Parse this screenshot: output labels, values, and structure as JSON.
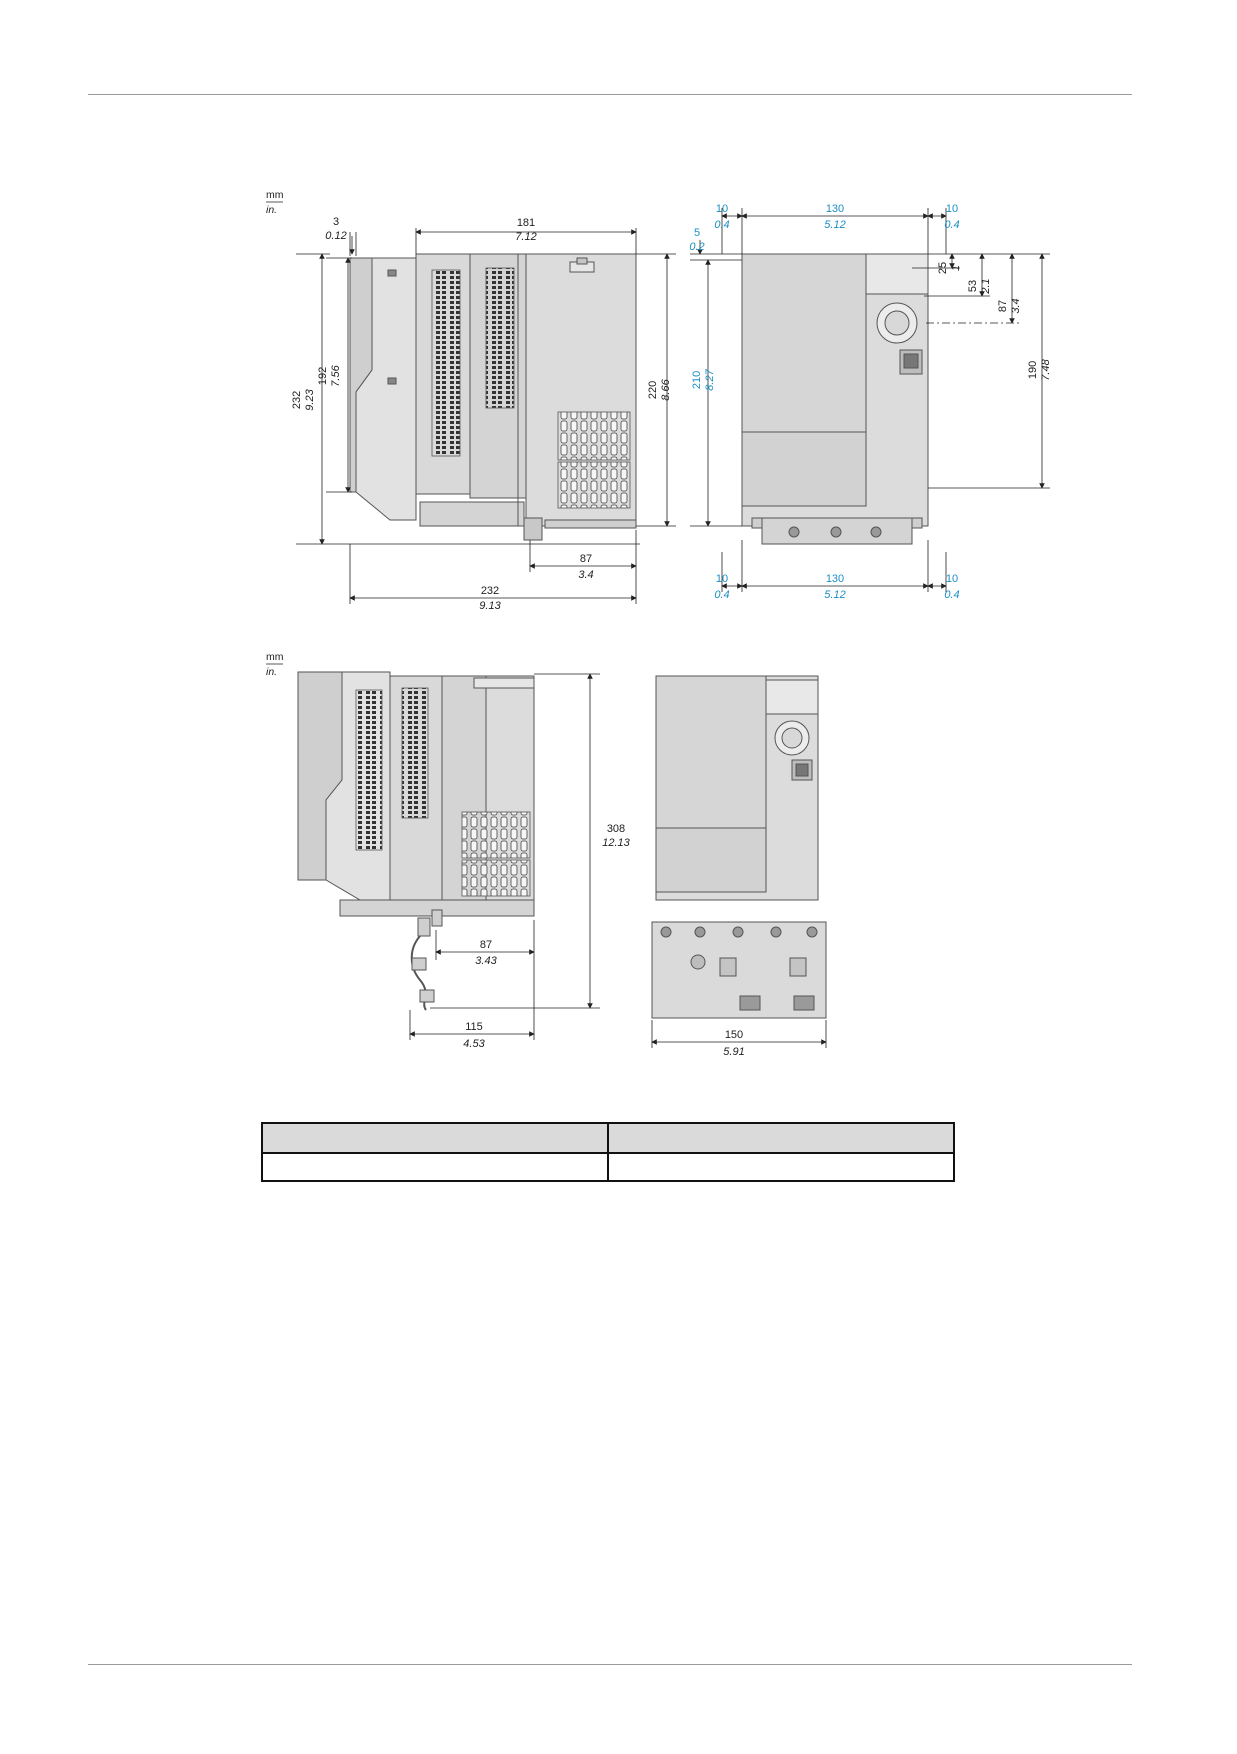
{
  "units": {
    "primary": "mm",
    "secondary": "in."
  },
  "top_side_view": {
    "offset_mm": "3",
    "offset_in": "0.12",
    "depth_mm": "181",
    "depth_in": "7.12",
    "height_left_mm": "232",
    "height_left_in": "9.23",
    "mount_height_mm": "192",
    "mount_height_in": "7.56",
    "height_right_mm": "220",
    "height_right_in": "8.66",
    "plate_mm": "87",
    "plate_in": "3.4",
    "total_depth_mm": "232",
    "total_depth_in": "9.13"
  },
  "top_front_view": {
    "clear_left_mm": "10",
    "clear_left_in": "0.4",
    "width_mm": "130",
    "width_in": "5.12",
    "clear_right_mm": "10",
    "clear_right_in": "0.4",
    "top_gap_mm": "5",
    "top_gap_in": "0.2",
    "height_mm": "210",
    "height_in": "8.27",
    "d25_mm": "25",
    "d25_in": "1",
    "d53_mm": "53",
    "d53_in": "2.1",
    "d87_mm": "87",
    "d87_in": "3.4",
    "d190_mm": "190",
    "d190_in": "7.48",
    "bottom_clear_left_mm": "10",
    "bottom_clear_left_in": "0.4",
    "bottom_width_mm": "130",
    "bottom_width_in": "5.12",
    "bottom_clear_right_mm": "10",
    "bottom_clear_right_in": "0.4"
  },
  "bottom_side_view": {
    "height_mm": "308",
    "height_in": "12.13",
    "plate_mm": "87",
    "plate_in": "3.43",
    "depth_mm": "115",
    "depth_in": "4.53"
  },
  "bottom_front_view": {
    "width_mm": "150",
    "width_in": "5.91"
  },
  "table": {
    "rows": [
      [
        "",
        ""
      ],
      [
        "",
        ""
      ]
    ]
  }
}
